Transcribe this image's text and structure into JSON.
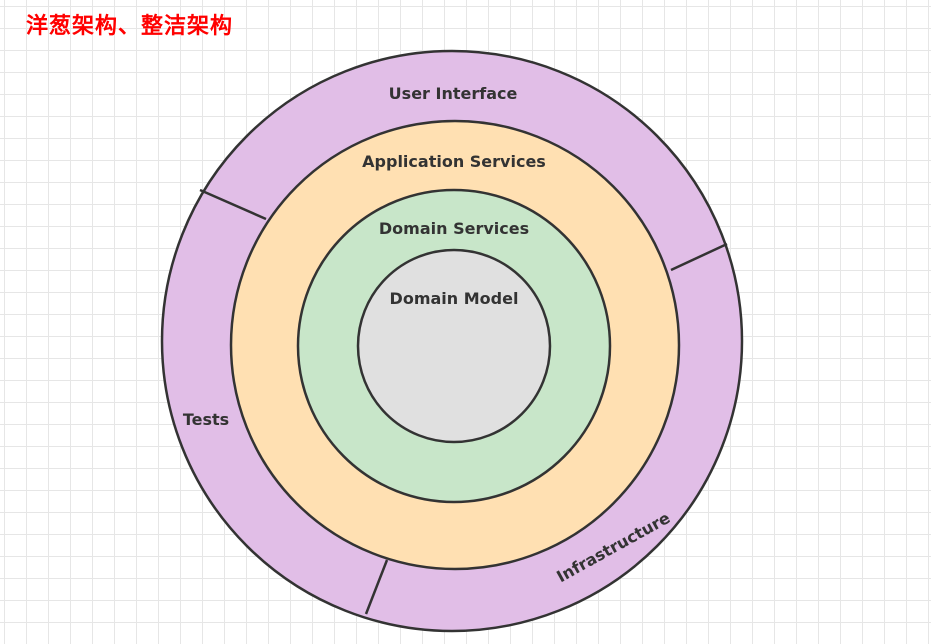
{
  "title": "洋葱架构、整洁架构",
  "layers": {
    "user_interface": "User Interface",
    "application_services": "Application Services",
    "domain_services": "Domain Services",
    "domain_model": "Domain Model",
    "tests": "Tests",
    "infrastructure": "Infrastructure"
  },
  "colors": {
    "title": "#ff0000",
    "outer_ring": "#e1bee7",
    "application_ring": "#ffe0b2",
    "domain_services_ring": "#c8e6c9",
    "domain_model_core": "#e0e0e0",
    "stroke": "#333333"
  }
}
